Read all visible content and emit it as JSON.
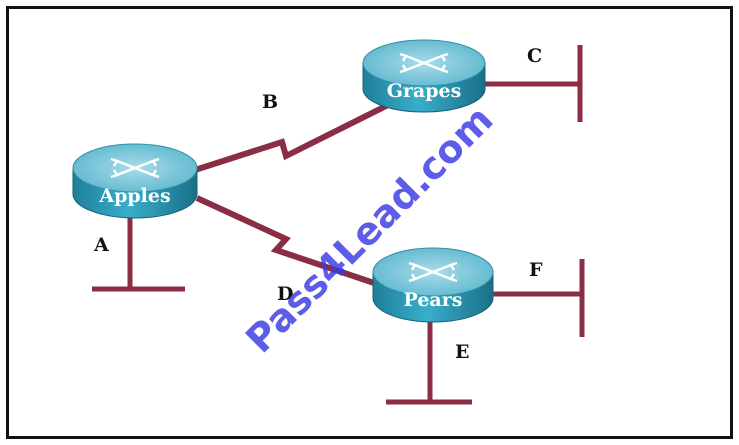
{
  "diagram": {
    "routers": [
      {
        "id": "apples",
        "label": "Apples"
      },
      {
        "id": "grapes",
        "label": "Grapes"
      },
      {
        "id": "pears",
        "label": "Pears"
      }
    ],
    "serial_links": [
      {
        "label": "B",
        "from": "Apples",
        "to": "Grapes"
      },
      {
        "label": "D",
        "from": "Apples",
        "to": "Pears"
      }
    ],
    "ethernet_segments": [
      {
        "label": "A",
        "router": "Apples"
      },
      {
        "label": "C",
        "router": "Grapes"
      },
      {
        "label": "E",
        "router": "Pears"
      },
      {
        "label": "F",
        "router": "Pears"
      }
    ],
    "colors": {
      "router_top": "#7fc6d8",
      "router_body": "#2d9fba",
      "link": "#8a2e45",
      "watermark": "#3a3ae6"
    }
  },
  "watermark": "Pass4Lead.com"
}
